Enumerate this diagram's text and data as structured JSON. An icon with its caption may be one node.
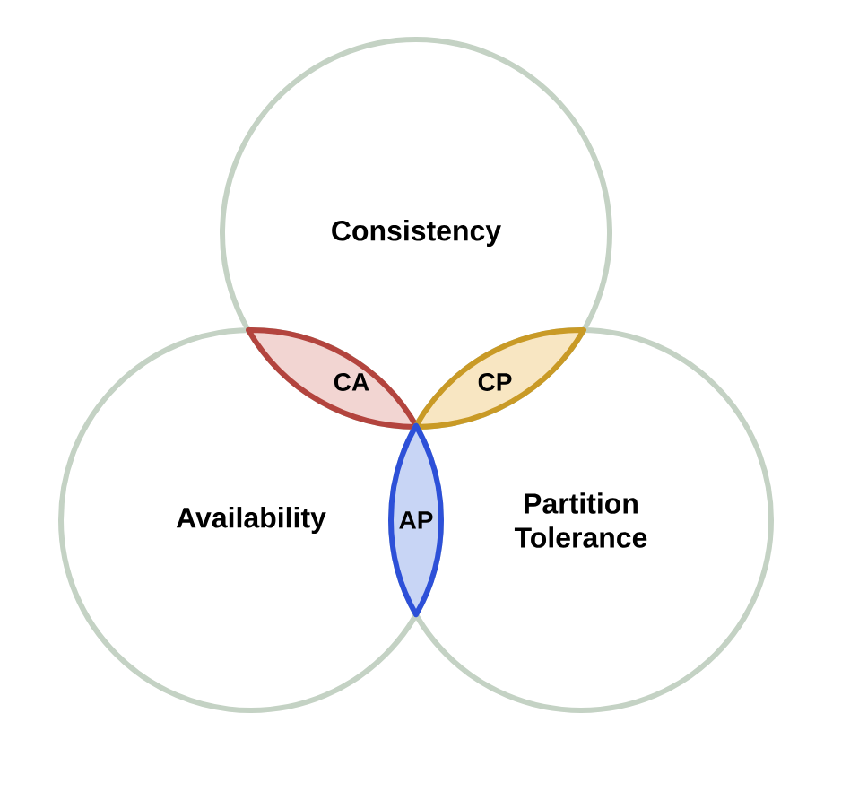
{
  "diagram": {
    "nodes": [
      {
        "text": [
          "Consistency"
        ]
      },
      {
        "text": [
          "Availability"
        ]
      },
      {
        "text": [
          "Partition Tolerance"
        ]
      },
      {
        "text": [
          "CA"
        ]
      },
      {
        "text": [
          "CP"
        ]
      },
      {
        "text": [
          "AP"
        ]
      }
    ]
  }
}
